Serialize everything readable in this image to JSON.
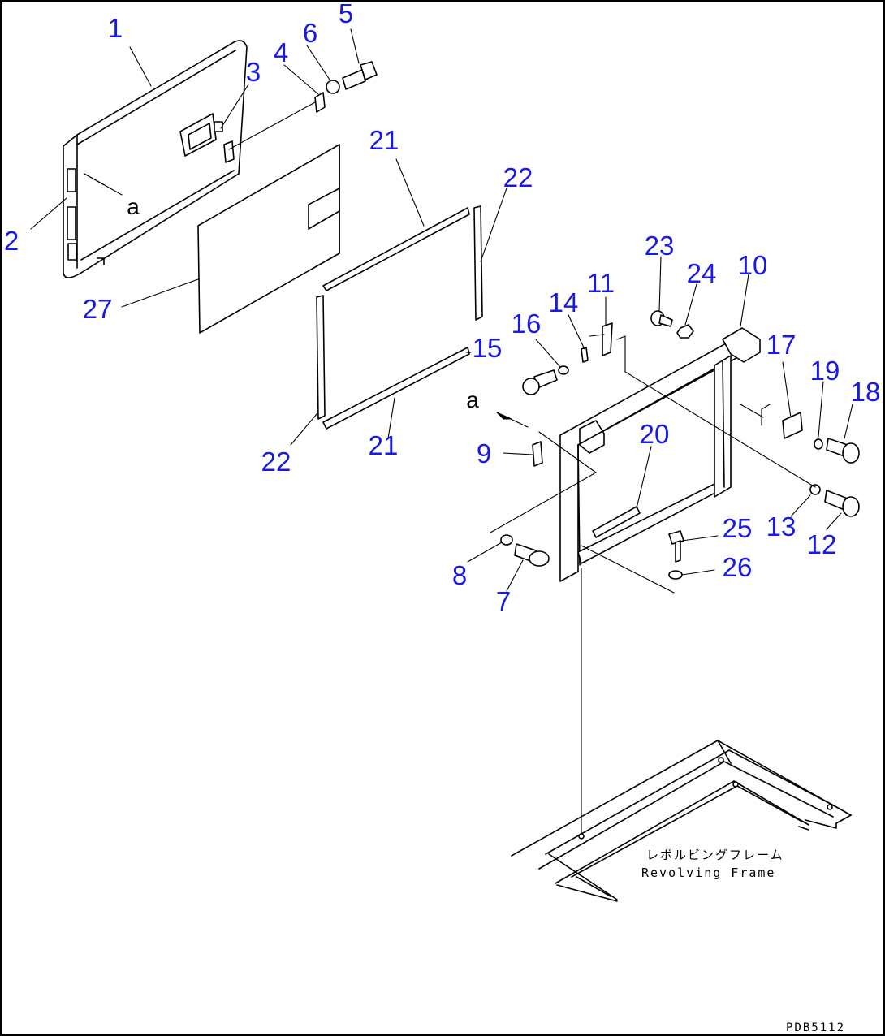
{
  "callouts": {
    "c1": "1",
    "c2": "2",
    "c3": "3",
    "c4": "4",
    "c5": "5",
    "c6": "6",
    "c7": "7",
    "c8": "8",
    "c9": "9",
    "c10": "10",
    "c11": "11",
    "c12": "12",
    "c13": "13",
    "c14": "14",
    "c15": "15",
    "c16": "16",
    "c17": "17",
    "c18": "18",
    "c19": "19",
    "c20": "20",
    "c21a": "21",
    "c21b": "21",
    "c22a": "22",
    "c22b": "22",
    "c23": "23",
    "c24": "24",
    "c25": "25",
    "c26": "26",
    "c27": "27"
  },
  "notes": {
    "a_top": "a",
    "a_mid": "a"
  },
  "frame_label": {
    "japanese": "レボルビングフレーム",
    "english": "Revolving Frame"
  },
  "drawing_code": "PDB5112",
  "colors": {
    "callout": "#1919e6",
    "line": "#000000",
    "border": "#000000"
  }
}
